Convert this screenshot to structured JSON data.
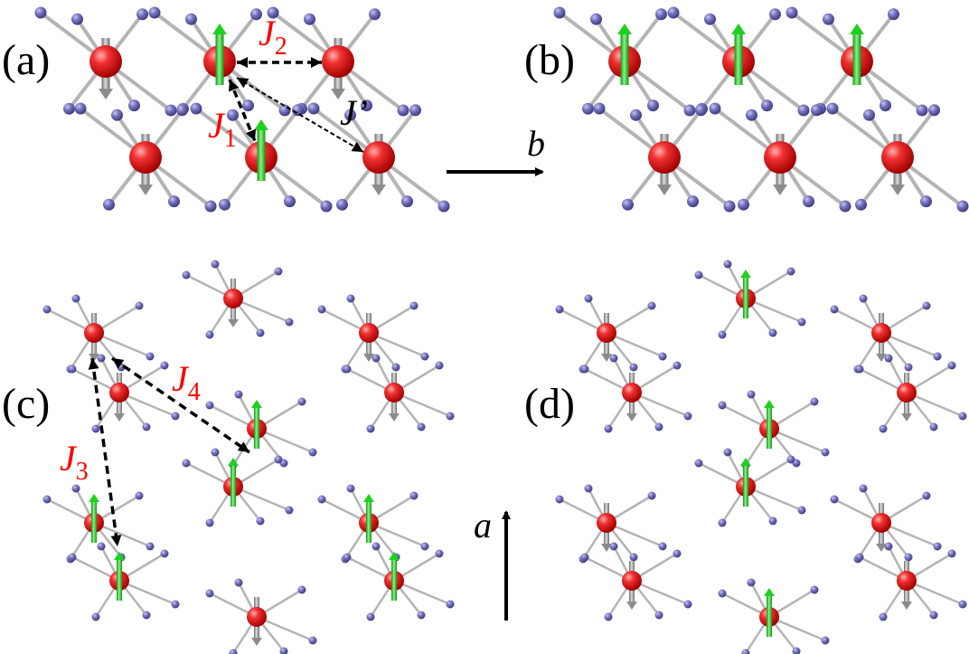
{
  "panels": {
    "a": "(a)",
    "b": "(b)",
    "c": "(c)",
    "d": "(d)"
  },
  "exchange_labels": {
    "J1": {
      "main": "J",
      "sub": "1"
    },
    "J2": {
      "main": "J",
      "sub": "2"
    },
    "J3": {
      "main": "J",
      "sub": "3"
    },
    "J4": {
      "main": "J",
      "sub": "4"
    },
    "Jprime": "J’"
  },
  "axes": {
    "b": "b",
    "a": "a"
  },
  "colors": {
    "metal_atom": "#e01818",
    "ligand_atom": "#6a68b0",
    "bond": "#b4b4b4",
    "spin_up": "#1fd01f",
    "spin_down": "#8c8c8c",
    "exchange_label": "#ff0000",
    "exchange_path": "#000000"
  }
}
